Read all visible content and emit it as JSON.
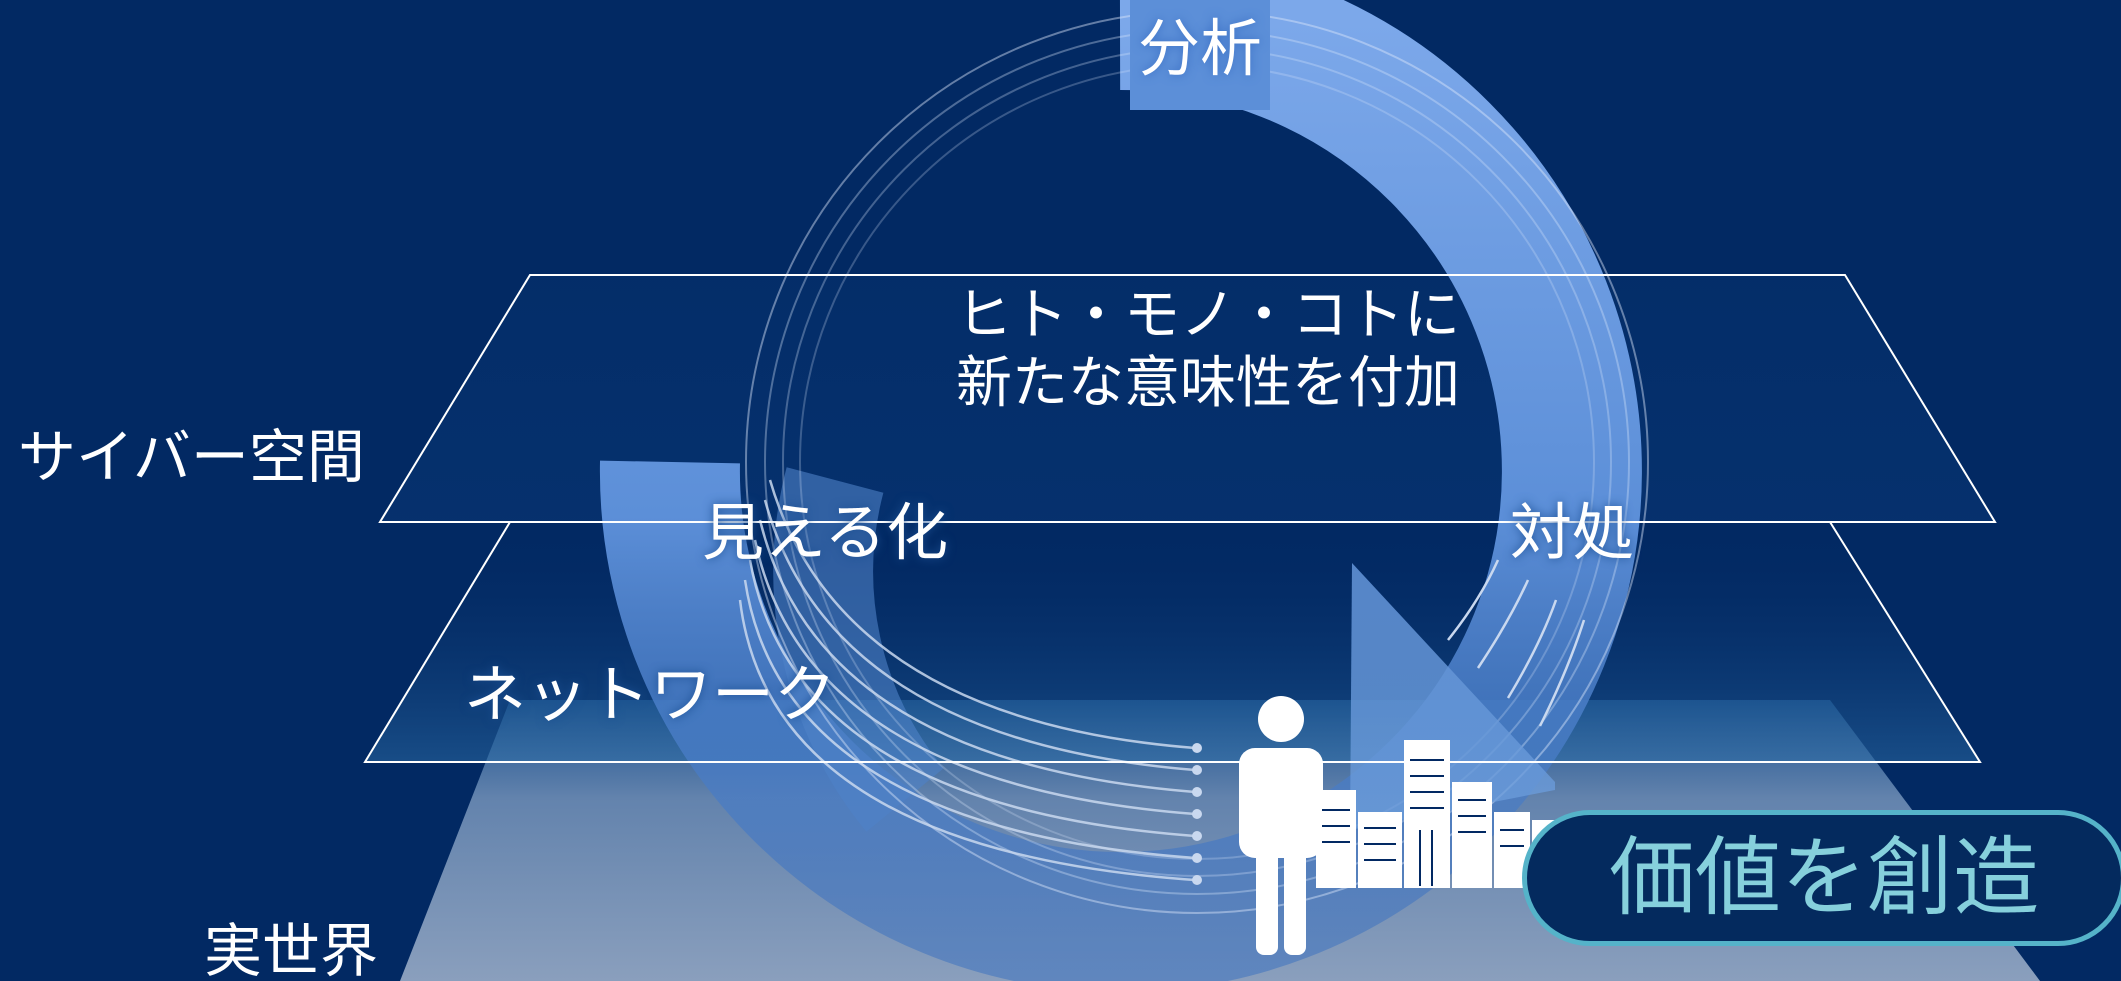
{
  "labels": {
    "cyber_space": "サイバー空間",
    "real_world": "実世界",
    "analysis": "分析",
    "visualize": "見える化",
    "respond": "対処",
    "network": "ネットワーク",
    "center_line1": "ヒト・モノ・コトに",
    "center_line2": "新たな意味性を付加",
    "value_creation": "価値を創造"
  },
  "icons": [
    "person-icon",
    "city-buildings-icon"
  ],
  "colors": {
    "background": "#022963",
    "cycle_arrow": "#6f9fe4",
    "plane_edge": "#ffffff",
    "ground": "#8097b7",
    "value_text": "#86d0dc",
    "value_border": "#55b3c9"
  }
}
